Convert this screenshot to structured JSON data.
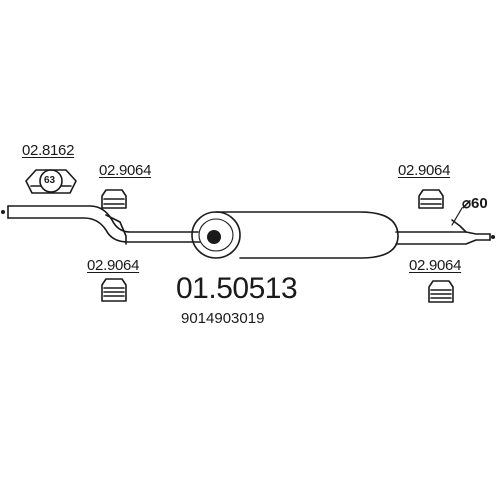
{
  "diagram": {
    "part_number": "01.50513",
    "oem_number": "9014903019",
    "diameter_label": "⌀60",
    "clamp": {
      "code": "02.8162",
      "size": "63"
    },
    "hangers": [
      {
        "code": "02.9064"
      },
      {
        "code": "02.9064"
      },
      {
        "code": "02.9064"
      },
      {
        "code": "02.9064"
      }
    ]
  },
  "colors": {
    "ink": "#1a1a1a",
    "background": "#ffffff"
  }
}
